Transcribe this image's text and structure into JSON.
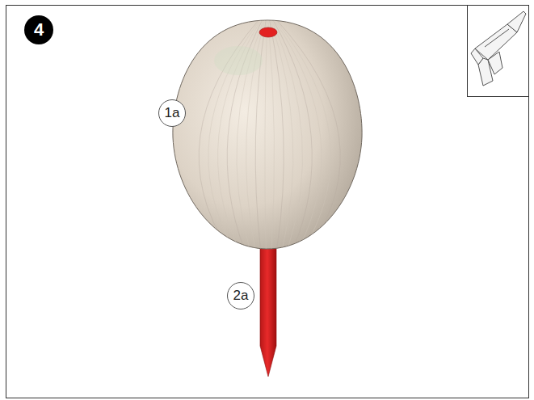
{
  "diagram": {
    "labels": [
      "4",
      "1a",
      "2a"
    ]
  }
}
